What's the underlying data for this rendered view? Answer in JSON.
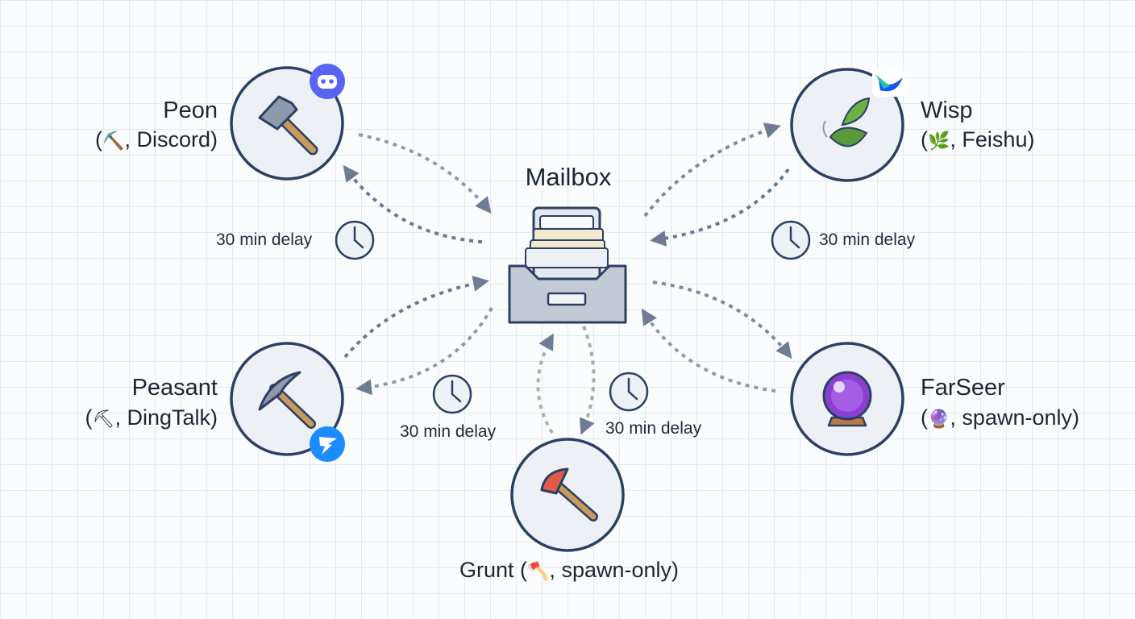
{
  "mailbox": {
    "title": "Mailbox"
  },
  "agents": {
    "peon": {
      "name": "Peon",
      "emoji": "⛏️",
      "channel": "Discord",
      "platform_icon": "discord-icon",
      "avatar_icon": "hammer-icon"
    },
    "wisp": {
      "name": "Wisp",
      "emoji": "🌿",
      "channel": "Feishu",
      "platform_icon": "feishu-icon",
      "avatar_icon": "leaves-icon"
    },
    "peasant": {
      "name": "Peasant",
      "emoji": "⛏",
      "channel": "DingTalk",
      "platform_icon": "dingtalk-icon",
      "avatar_icon": "pickaxe-icon"
    },
    "farseer": {
      "name": "FarSeer",
      "emoji": "🔮",
      "channel": "spawn-only",
      "avatar_icon": "crystal-ball-icon"
    },
    "grunt": {
      "name": "Grunt",
      "emoji": "🪓",
      "channel": "spawn-only",
      "avatar_icon": "axe-icon"
    }
  },
  "delays": {
    "peon": "30 min delay",
    "wisp": "30 min delay",
    "peasant": "30 min delay",
    "grunt": "30 min delay"
  },
  "colors": {
    "outline": "#2b4063",
    "circle_fill": "#edf0f5",
    "arrow": "#6d7c94",
    "arrow_light": "#b9c0b7",
    "drawer": "#c3cad6",
    "paper": "#f4ead0"
  }
}
